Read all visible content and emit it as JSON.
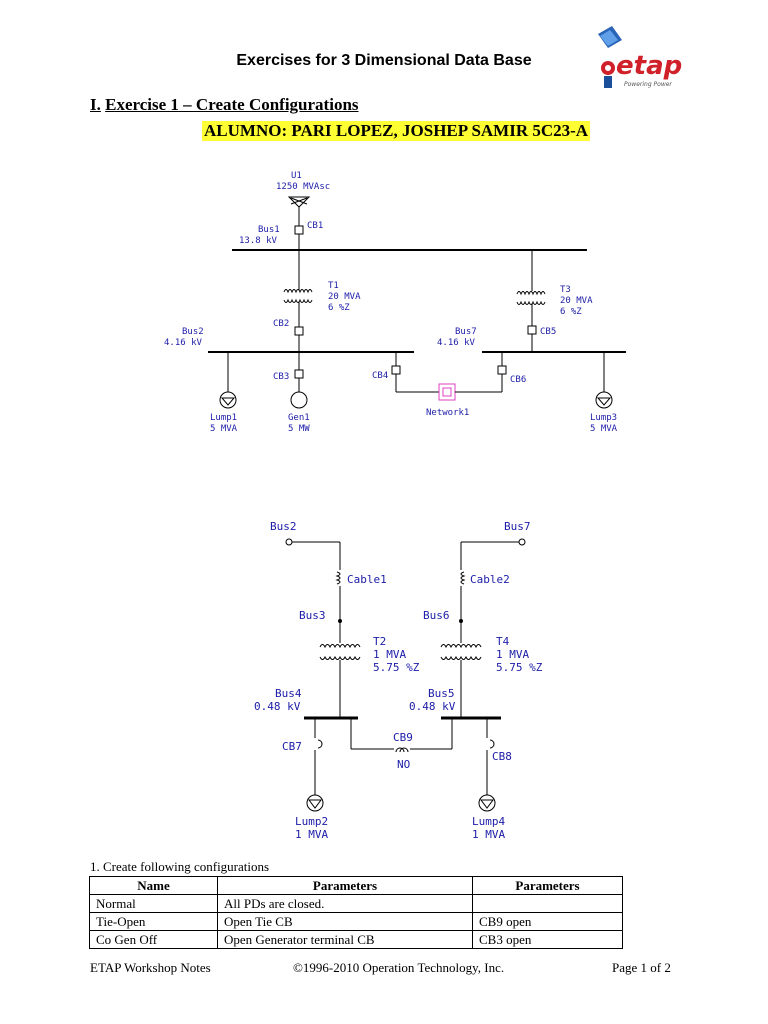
{
  "header": {
    "title": "Exercises for 3 Dimensional Data Base"
  },
  "logo": {
    "text": "etap",
    "tagline": "Powering Power"
  },
  "exercise": {
    "number": "I.",
    "title": "Exercise 1 – Create Configurations"
  },
  "student": {
    "text": "ALUMNO:  PARI LOPEZ, JOSHEP SAMIR 5C23-A"
  },
  "diagram1": {
    "u1": [
      "U1",
      "1250 MVAsc"
    ],
    "cb1": "CB1",
    "bus1": [
      "Bus1",
      "13.8 kV"
    ],
    "t1": [
      "T1",
      "20 MVA",
      "6 %Z"
    ],
    "t3": [
      "T3",
      "20 MVA",
      "6 %Z"
    ],
    "cb2": "CB2",
    "cb5": "CB5",
    "bus2": [
      "Bus2",
      "4.16 kV"
    ],
    "bus7": [
      "Bus7",
      "4.16 kV"
    ],
    "cb3": "CB3",
    "cb4": "CB4",
    "cb6": "CB6",
    "lump1": [
      "Lump1",
      "5 MVA"
    ],
    "gen1": [
      "Gen1",
      "5 MW"
    ],
    "network1": "Network1",
    "lump3": [
      "Lump3",
      "5 MVA"
    ]
  },
  "diagram2": {
    "bus2": "Bus2",
    "bus7": "Bus7",
    "cable1": "Cable1",
    "cable2": "Cable2",
    "bus3": "Bus3",
    "bus6": "Bus6",
    "t2": [
      "T2",
      "1 MVA",
      "5.75 %Z"
    ],
    "t4": [
      "T4",
      "1 MVA",
      "5.75 %Z"
    ],
    "bus4": [
      "Bus4",
      "0.48 kV"
    ],
    "bus5": [
      "Bus5",
      "0.48 kV"
    ],
    "cb9": "CB9",
    "no": "NO",
    "cb7": "CB7",
    "cb8": "CB8",
    "lump2": [
      "Lump2",
      "1 MVA"
    ],
    "lump4": [
      "Lump4",
      "1 MVA"
    ]
  },
  "config": {
    "subtitle": "1. Create following configurations",
    "headers": [
      "Name",
      "Parameters",
      "Parameters"
    ],
    "rows": [
      [
        "Normal",
        "All PDs are closed.",
        ""
      ],
      [
        "Tie-Open",
        "Open Tie CB",
        "CB9 open"
      ],
      [
        "Co Gen Off",
        "Open Generator terminal CB",
        "CB3 open"
      ]
    ]
  },
  "footer": {
    "left": "ETAP Workshop Notes",
    "center": "©1996-2010 Operation Technology, Inc.",
    "right": "Page 1 of 2"
  },
  "colors": {
    "diagram_text": "#1c1ca8",
    "highlight": "#ffff33",
    "logo_red": "#d0202a",
    "logo_blue": "#1b4f9c",
    "network_pink": "#e040c0"
  }
}
